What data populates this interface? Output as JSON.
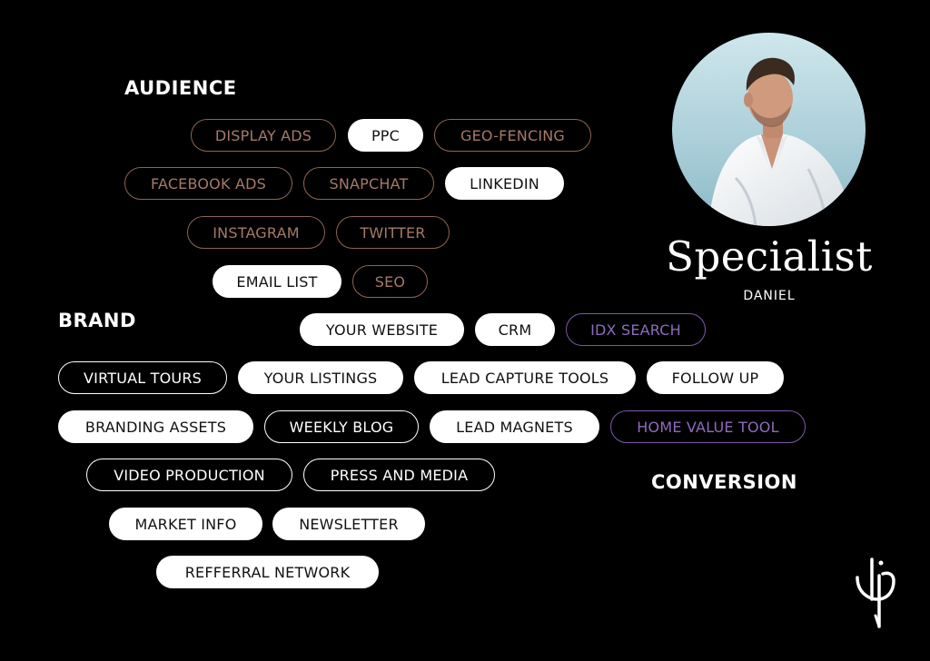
{
  "sections": {
    "audience": "AUDIENCE",
    "brand": "BRAND",
    "conversion": "CONVERSION"
  },
  "profile": {
    "title": "Specialist",
    "name": "DANIEL"
  },
  "pills": {
    "display_ads": "DISPLAY ADS",
    "ppc": "PPC",
    "geo_fencing": "GEO-FENCING",
    "facebook_ads": "FACEBOOK ADS",
    "snapchat": "SNAPCHAT",
    "linkedin": "LINKEDIN",
    "instagram": "INSTAGRAM",
    "twitter": "TWITTER",
    "email_list": "EMAIL LIST",
    "seo": "SEO",
    "your_website": "YOUR WEBSITE",
    "crm": "CRM",
    "idx_search": "IDX SEARCH",
    "virtual_tours": "VIRTUAL TOURS",
    "your_listings": "YOUR LISTINGS",
    "lead_capture_tools": "LEAD CAPTURE TOOLS",
    "follow_up": "FOLLOW UP",
    "branding_assets": "BRANDING ASSETS",
    "weekly_blog": "WEEKLY BLOG",
    "lead_magnets": "LEAD MAGNETS",
    "home_value_tool": "HOME VALUE TOOL",
    "video_production": "VIDEO PRODUCTION",
    "press_and_media": "PRESS AND MEDIA",
    "market_info": "MARKET INFO",
    "newsletter": "NEWSLETTER",
    "refferral_network": "REFFERRAL NETWORK"
  },
  "colors": {
    "background": "#000000",
    "filled_pill": "#ffffff",
    "audience_outline": "#8c6554",
    "conversion_outline": "#7a5aa8"
  },
  "icons": {
    "avatar": "avatar-photo",
    "logo": "brand-logo-icon"
  }
}
